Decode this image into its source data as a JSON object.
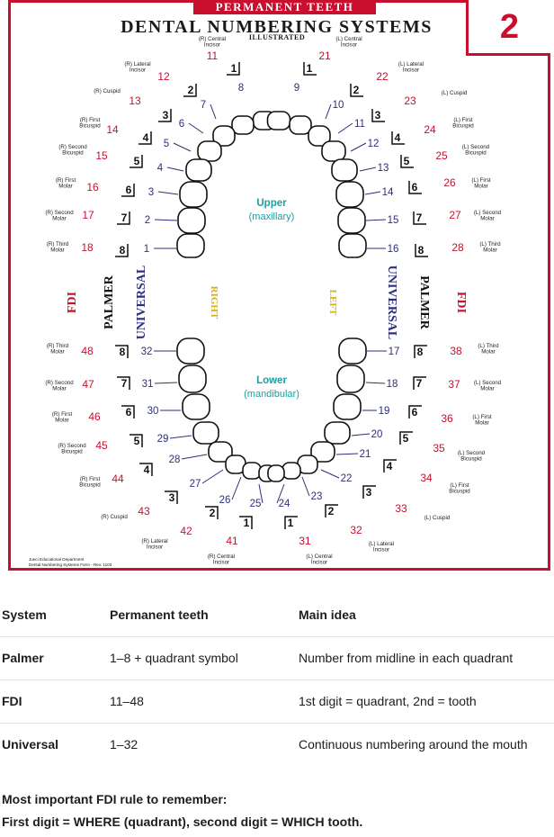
{
  "poster": {
    "banner": "PERMANENT TEETH",
    "title": "DENTAL NUMBERING SYSTEMS",
    "subtitle": "ILLUSTRATED",
    "badge": "2",
    "upper_label": "Upper",
    "upper_sub": "(maxillary)",
    "lower_label": "Lower",
    "lower_sub": "(mandibular)",
    "right_label": "RIGHT",
    "left_label": "LEFT",
    "system_labels": {
      "fdi": "FDI",
      "palmer": "PALMER",
      "universal": "UNIVERSAL"
    },
    "credit_line1": "Jueci Educational Department",
    "credit_line2": "Dental Numbering Systems Form - Rev. 1103",
    "colors": {
      "fdi": "#c8102e",
      "universal": "#2d2f7a",
      "upper_lower": "#1aa0a0",
      "sides": "#e0b000",
      "frame": "#c8102e"
    },
    "upper_teeth": [
      {
        "name": [
          "(R) Central",
          "Incisor"
        ],
        "fdi": "11",
        "palmer": "1",
        "universal": "8"
      },
      {
        "name": [
          "(R) Lateral",
          "Incisor"
        ],
        "fdi": "12",
        "palmer": "2",
        "universal": "7"
      },
      {
        "name": [
          "(R) Cuspid"
        ],
        "fdi": "13",
        "palmer": "3",
        "universal": "6"
      },
      {
        "name": [
          "(R) First",
          "Bicuspid"
        ],
        "fdi": "14",
        "palmer": "4",
        "universal": "5"
      },
      {
        "name": [
          "(R) Second",
          "Bicuspid"
        ],
        "fdi": "15",
        "palmer": "5",
        "universal": "4"
      },
      {
        "name": [
          "(R) First",
          "Molar"
        ],
        "fdi": "16",
        "palmer": "6",
        "universal": "3"
      },
      {
        "name": [
          "(R) Second",
          "Molar"
        ],
        "fdi": "17",
        "palmer": "7",
        "universal": "2"
      },
      {
        "name": [
          "(R) Third",
          "Molar"
        ],
        "fdi": "18",
        "palmer": "8",
        "universal": "1"
      },
      {
        "name": [
          "(L) Central",
          "Incisor"
        ],
        "fdi": "21",
        "palmer": "1",
        "universal": "9"
      },
      {
        "name": [
          "(L) Lateral",
          "Incisor"
        ],
        "fdi": "22",
        "palmer": "2",
        "universal": "10"
      },
      {
        "name": [
          "(L) Cuspid"
        ],
        "fdi": "23",
        "palmer": "3",
        "universal": "11"
      },
      {
        "name": [
          "(L) First",
          "Bicuspid"
        ],
        "fdi": "24",
        "palmer": "4",
        "universal": "12"
      },
      {
        "name": [
          "(L) Second",
          "Bicuspid"
        ],
        "fdi": "25",
        "palmer": "5",
        "universal": "13"
      },
      {
        "name": [
          "(L) First",
          "Molar"
        ],
        "fdi": "26",
        "palmer": "6",
        "universal": "14"
      },
      {
        "name": [
          "(L) Second",
          "Molar"
        ],
        "fdi": "27",
        "palmer": "7",
        "universal": "15"
      },
      {
        "name": [
          "(L) Third",
          "Molar"
        ],
        "fdi": "28",
        "palmer": "8",
        "universal": "16"
      }
    ],
    "lower_teeth": [
      {
        "name": [
          "(R) Third",
          "Molar"
        ],
        "fdi": "48",
        "palmer": "8",
        "universal": "32"
      },
      {
        "name": [
          "(R) Second",
          "Molar"
        ],
        "fdi": "47",
        "palmer": "7",
        "universal": "31"
      },
      {
        "name": [
          "(R) First",
          "Molar"
        ],
        "fdi": "46",
        "palmer": "6",
        "universal": "30"
      },
      {
        "name": [
          "(R) Second",
          "Bicuspid"
        ],
        "fdi": "45",
        "palmer": "5",
        "universal": "29"
      },
      {
        "name": [
          "(R) First",
          "Bicuspid"
        ],
        "fdi": "44",
        "palmer": "4",
        "universal": "28"
      },
      {
        "name": [
          "(R) Cuspid"
        ],
        "fdi": "43",
        "palmer": "3",
        "universal": "27"
      },
      {
        "name": [
          "(R) Lateral",
          "Incisor"
        ],
        "fdi": "42",
        "palmer": "2",
        "universal": "26"
      },
      {
        "name": [
          "(R) Central",
          "Incisor"
        ],
        "fdi": "41",
        "palmer": "1",
        "universal": "25"
      },
      {
        "name": [
          "(L) Third",
          "Molar"
        ],
        "fdi": "38",
        "palmer": "8",
        "universal": "17"
      },
      {
        "name": [
          "(L) Second",
          "Molar"
        ],
        "fdi": "37",
        "palmer": "7",
        "universal": "18"
      },
      {
        "name": [
          "(L) First",
          "Molar"
        ],
        "fdi": "36",
        "palmer": "6",
        "universal": "19"
      },
      {
        "name": [
          "(L) Second",
          "Bicuspid"
        ],
        "fdi": "35",
        "palmer": "5",
        "universal": "20"
      },
      {
        "name": [
          "(L) First",
          "Bicuspid"
        ],
        "fdi": "34",
        "palmer": "4",
        "universal": "21"
      },
      {
        "name": [
          "(L) Cuspid"
        ],
        "fdi": "33",
        "palmer": "3",
        "universal": "22"
      },
      {
        "name": [
          "(L) Lateral",
          "Incisor"
        ],
        "fdi": "32",
        "palmer": "2",
        "universal": "23"
      },
      {
        "name": [
          "(L) Central",
          "Incisor"
        ],
        "fdi": "31",
        "palmer": "1",
        "universal": "24"
      }
    ]
  },
  "table": {
    "headers": [
      "System",
      "Permanent teeth",
      "Main idea"
    ],
    "rows": [
      {
        "system": "Palmer",
        "teeth": "1–8 + quadrant symbol",
        "idea": "Number from midline in each quadrant"
      },
      {
        "system": "FDI",
        "teeth": "11–48",
        "idea": "1st digit = quadrant, 2nd = tooth"
      },
      {
        "system": "Universal",
        "teeth": "1–32",
        "idea": "Continuous numbering around the mouth"
      }
    ]
  },
  "rule": {
    "line1": "Most important FDI rule to remember:",
    "line2": "First digit = WHERE (quadrant), second digit = WHICH tooth."
  }
}
